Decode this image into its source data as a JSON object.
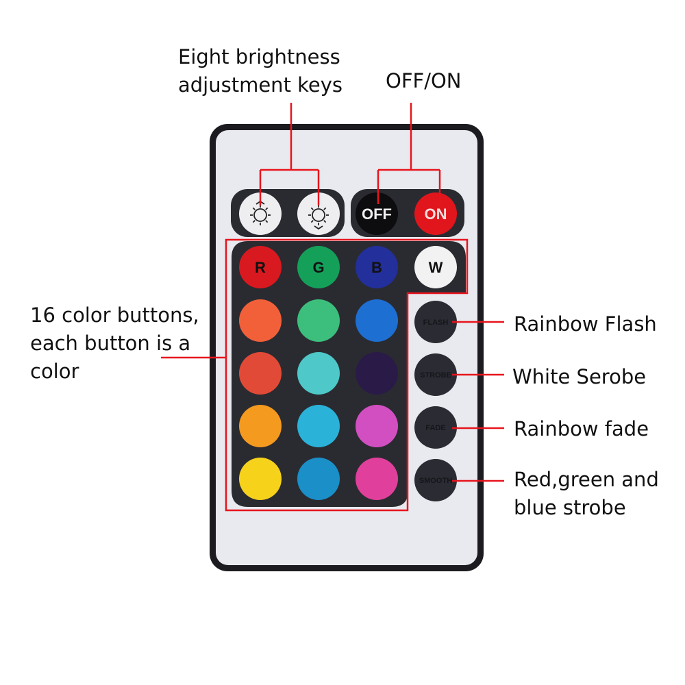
{
  "annotations": {
    "brightness": [
      "Eight brightness",
      "adjustment keys"
    ],
    "power": "OFF/ON",
    "color_buttons": [
      "16 color buttons,",
      "each button is a",
      "color"
    ],
    "flash": "Rainbow Flash",
    "strobe": "White Serobe",
    "fade": "Rainbow fade",
    "smooth": [
      "Red,green and",
      "blue strobe"
    ]
  },
  "remote": {
    "brightness_up_icon": "sun-up-icon",
    "brightness_down_icon": "sun-down-icon",
    "off_label": "OFF",
    "on_label": "ON",
    "rgbw": [
      {
        "label": "R",
        "color": "#d8191f"
      },
      {
        "label": "G",
        "color": "#15a05a"
      },
      {
        "label": "B",
        "color": "#232f9a"
      },
      {
        "label": "W",
        "color": "#f2f2f2"
      }
    ],
    "colors": [
      "#f2603a",
      "#3cbf7c",
      "#1e6fd2",
      "#e14a36",
      "#4ec8c8",
      "#2a1a48",
      "#f49a1f",
      "#2bb2d8",
      "#d24fc2",
      "#f6d21b",
      "#1a8fc8",
      "#e0409c"
    ],
    "modes": [
      "FLASH",
      "STROBE",
      "FADE",
      "SMOOTH"
    ],
    "accent_line_color": "#e8141c"
  }
}
